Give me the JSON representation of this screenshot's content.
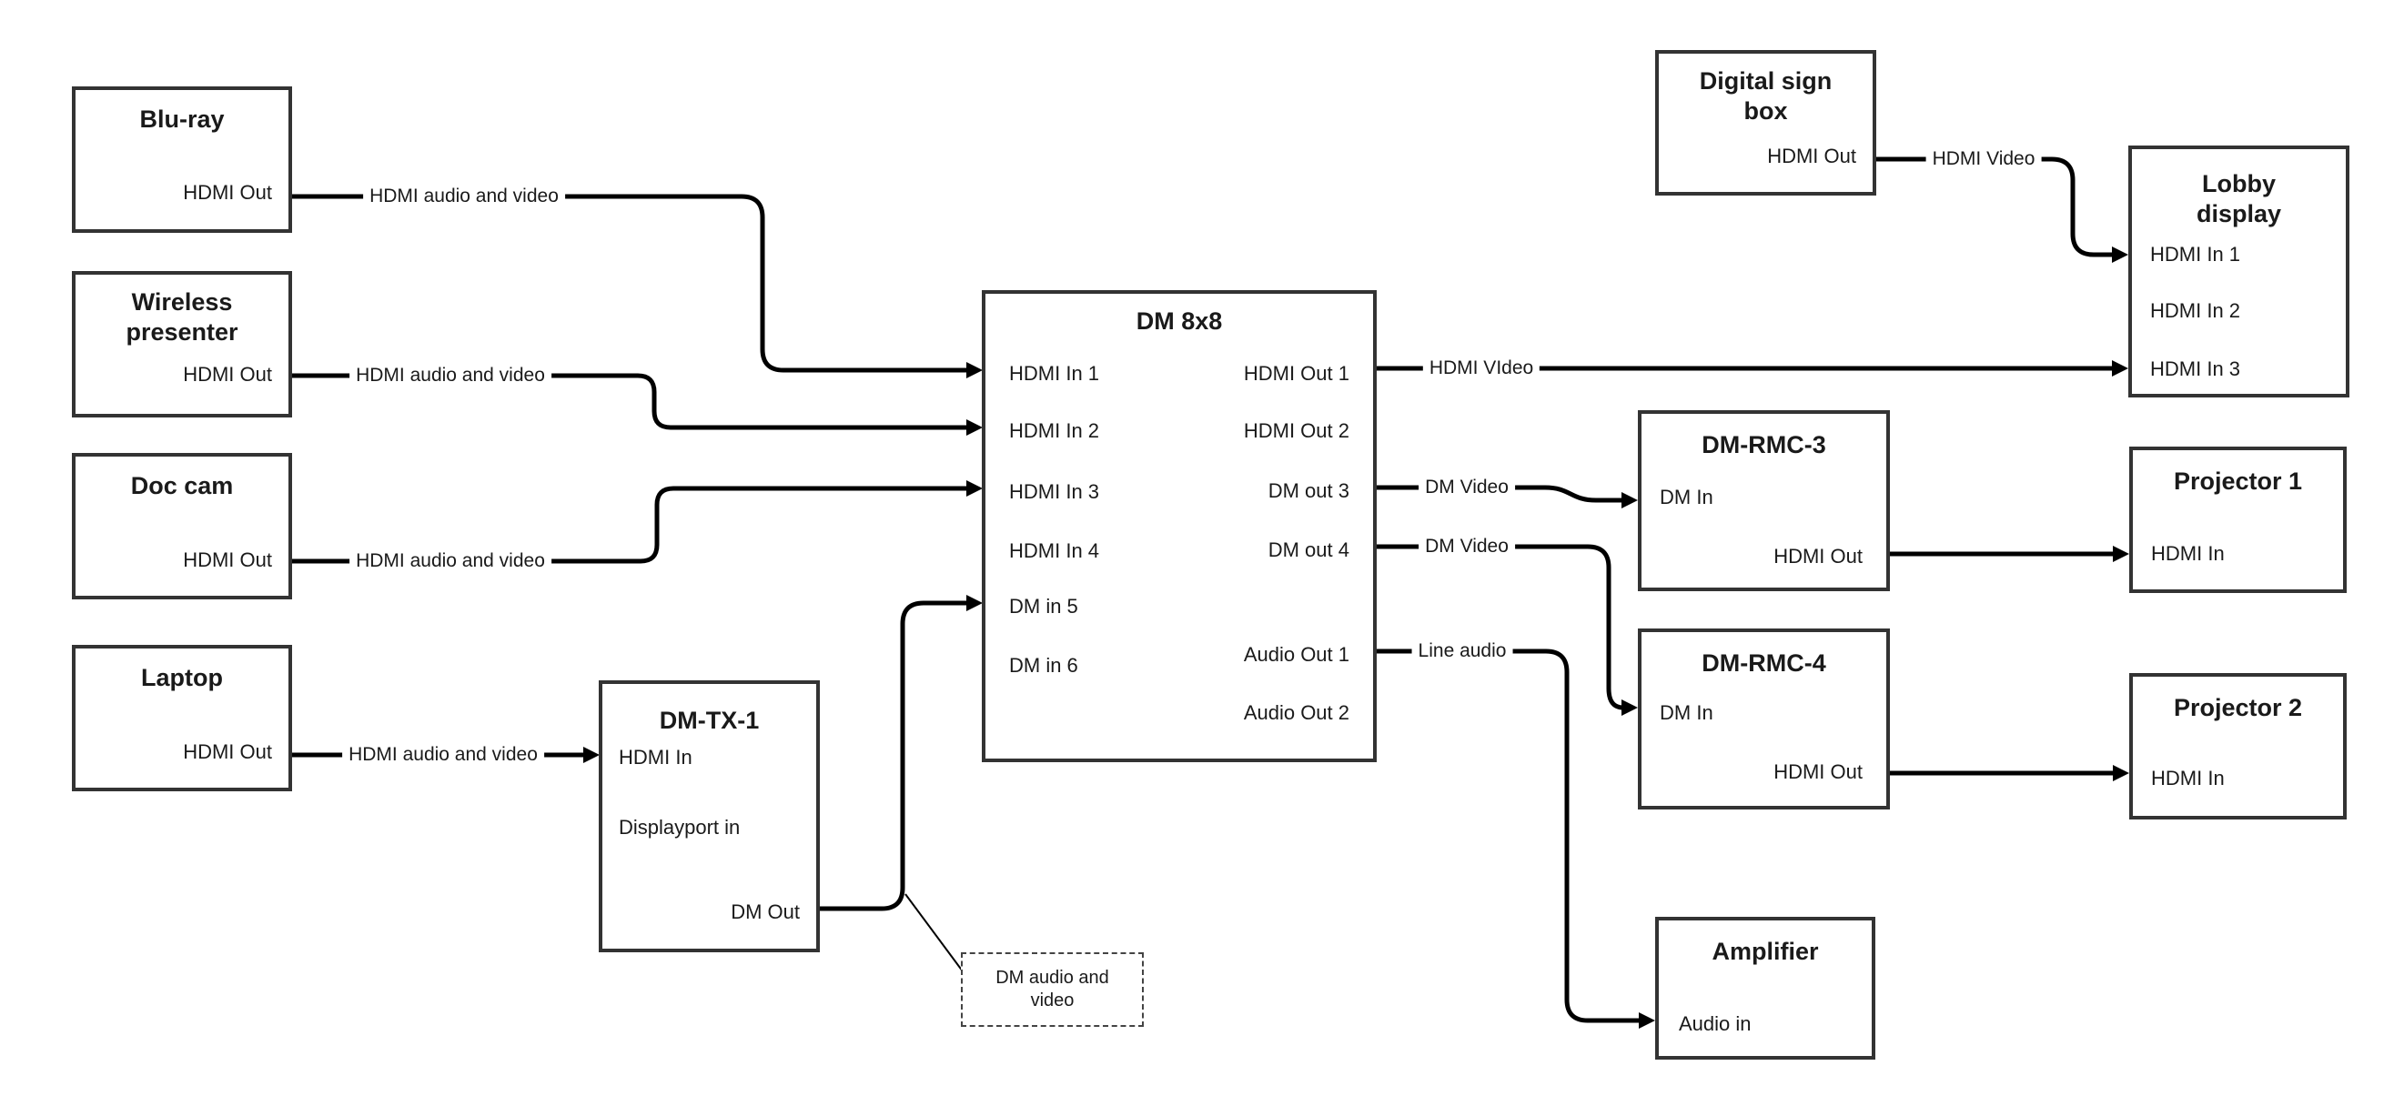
{
  "nodes": {
    "bluray": {
      "title": "Blu-ray",
      "ports": {
        "hdmi_out": "HDMI Out"
      }
    },
    "wireless": {
      "title": "Wireless presenter",
      "ports": {
        "hdmi_out": "HDMI Out"
      }
    },
    "doccam": {
      "title": "Doc cam",
      "ports": {
        "hdmi_out": "HDMI Out"
      }
    },
    "laptop": {
      "title": "Laptop",
      "ports": {
        "hdmi_out": "HDMI Out"
      }
    },
    "dmtx1": {
      "title": "DM-TX-1",
      "ports": {
        "hdmi_in": "HDMI In",
        "dp_in": "Displayport in",
        "dm_out": "DM Out"
      }
    },
    "dm8x8": {
      "title": "DM 8x8",
      "inputs": [
        "HDMI In 1",
        "HDMI In 2",
        "HDMI In 3",
        "HDMI In 4",
        "DM in 5",
        "DM in 6"
      ],
      "outputs": [
        "HDMI Out 1",
        "HDMI Out 2",
        "DM out 3",
        "DM out 4",
        "Audio Out 1",
        "Audio Out 2"
      ]
    },
    "digitalsign": {
      "title": "Digital sign box",
      "ports": {
        "hdmi_out": "HDMI Out"
      }
    },
    "lobby": {
      "title": "Lobby display",
      "inputs": [
        "HDMI In 1",
        "HDMI In 2",
        "HDMI In 3"
      ]
    },
    "dmrmc3": {
      "title": "DM-RMC-3",
      "ports": {
        "dm_in": "DM In",
        "hdmi_out": "HDMI Out"
      }
    },
    "proj1": {
      "title": "Projector 1",
      "ports": {
        "hdmi_in": "HDMI In"
      }
    },
    "dmrmc4": {
      "title": "DM-RMC-4",
      "ports": {
        "dm_in": "DM In",
        "hdmi_out": "HDMI Out"
      }
    },
    "proj2": {
      "title": "Projector 2",
      "ports": {
        "hdmi_in": "HDMI In"
      }
    },
    "amplifier": {
      "title": "Amplifier",
      "ports": {
        "audio_in": "Audio in"
      }
    }
  },
  "wire_labels": {
    "bluray_to_dm8x8": "HDMI audio and video",
    "wireless_to_dm8x8": "HDMI audio and video",
    "doccam_to_dm8x8": "HDMI audio and video",
    "laptop_to_dmtx1": "HDMI audio and video",
    "hdmiout1_to_lobby": "HDMI VIdeo",
    "dmout3_to_rmc3": "DM Video",
    "dmout4_to_rmc4": "DM Video",
    "audioout1_to_amp": "Line audio",
    "sign_to_lobby": "HDMI Video"
  },
  "annotation": {
    "text": "DM audio and video"
  },
  "colors": {
    "background": "#ffffff",
    "box_border": "#333333",
    "wire": "#000000",
    "text": "#1a1a1a"
  }
}
